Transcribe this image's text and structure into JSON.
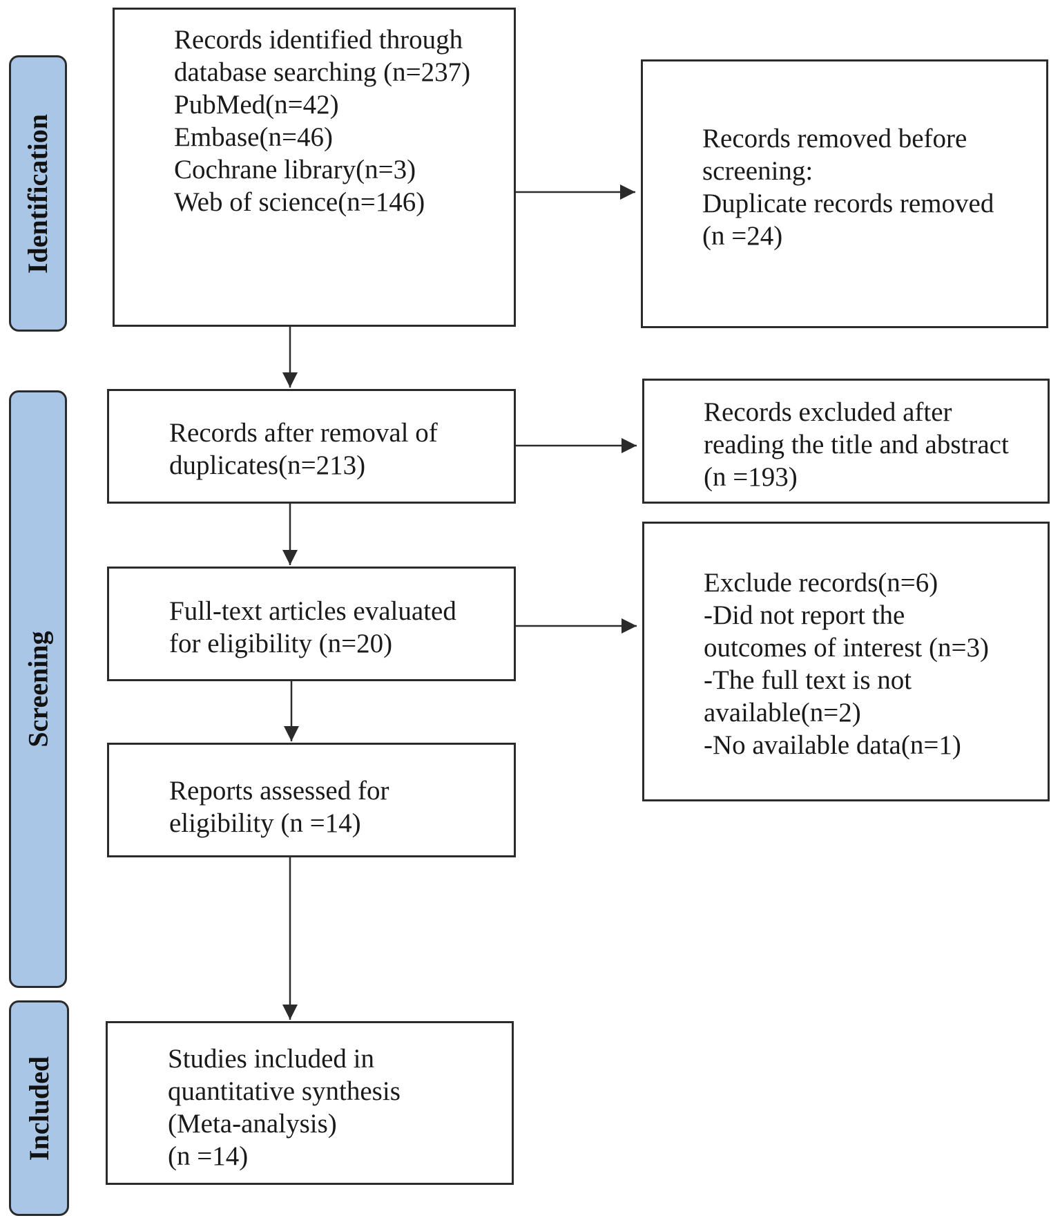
{
  "phases": {
    "identification": "Identification",
    "screening": "Screening",
    "included": "Included"
  },
  "boxes": {
    "identified": [
      "Records identified through",
      "database searching (n=237)",
      "PubMed(n=42)",
      "Embase(n=46)",
      "Cochrane library(n=3)",
      "Web of science(n=146)"
    ],
    "removed_before_screening": [
      "Records removed before",
      "screening:",
      "Duplicate records removed",
      "(n =24)"
    ],
    "after_duplicates": [
      "Records after removal of",
      "duplicates(n=213)"
    ],
    "excluded_title_abstract": [
      "Records excluded after",
      "reading the title and abstract",
      "(n =193)"
    ],
    "full_text_evaluated": [
      "Full-text articles evaluated",
      "for eligibility (n=20)"
    ],
    "excluded_records": [
      "Exclude records(n=6)",
      "-Did not report the",
      "outcomes of interest (n=3)",
      "-The full text is not",
      "available(n=2)",
      "-No available data(n=1)"
    ],
    "reports_assessed": [
      "Reports assessed for",
      "eligibility (n =14)"
    ],
    "studies_included": [
      "Studies included in",
      "quantitative synthesis",
      "(Meta-analysis)",
      "(n =14)"
    ]
  }
}
